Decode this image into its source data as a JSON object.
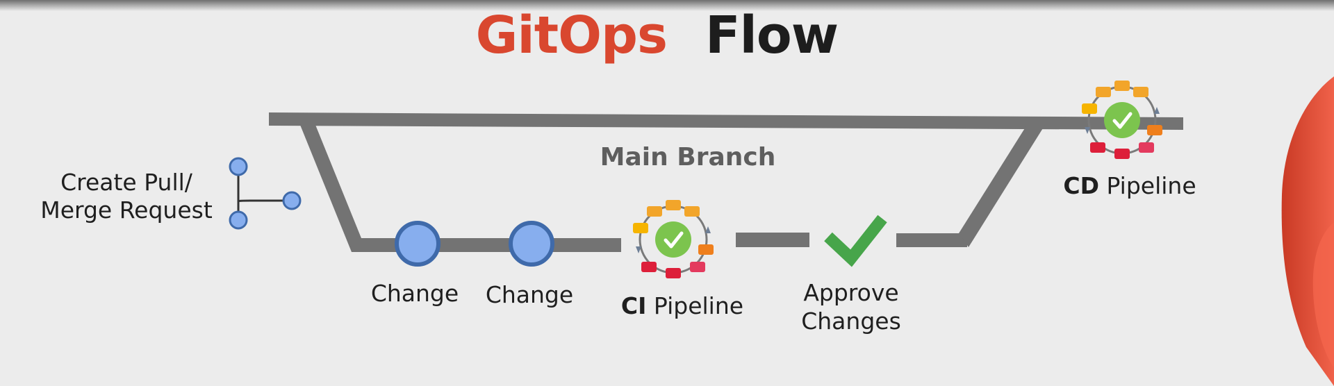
{
  "title": {
    "part1": "GitOps",
    "part2": "Flow",
    "part1_color": "#d9472f",
    "part2_color": "#1d1d1d"
  },
  "labels": {
    "main_branch": "Main Branch",
    "pull_request_line1": "Create Pull/",
    "pull_request_line2": "Merge Request",
    "change_1": "Change",
    "change_2": "Change",
    "ci_bold": "CI",
    "ci_rest": " Pipeline",
    "approve_line1": "Approve",
    "approve_line2": "Changes",
    "cd_bold": "CD",
    "cd_rest": " Pipeline"
  },
  "icons": {
    "branch": "git-branch-icon",
    "ci": "pipeline-cycle-check-icon",
    "cd": "pipeline-cycle-check-icon",
    "approve": "checkmark-icon",
    "decoration": "red-shape-decoration"
  },
  "colors": {
    "track": "#737373",
    "commit_fill": "#87aeee",
    "commit_stroke": "#3f6aaa",
    "check_green": "#47a54a",
    "pipeline_green": "#7cc44e",
    "accent_red": "#d9472f"
  }
}
